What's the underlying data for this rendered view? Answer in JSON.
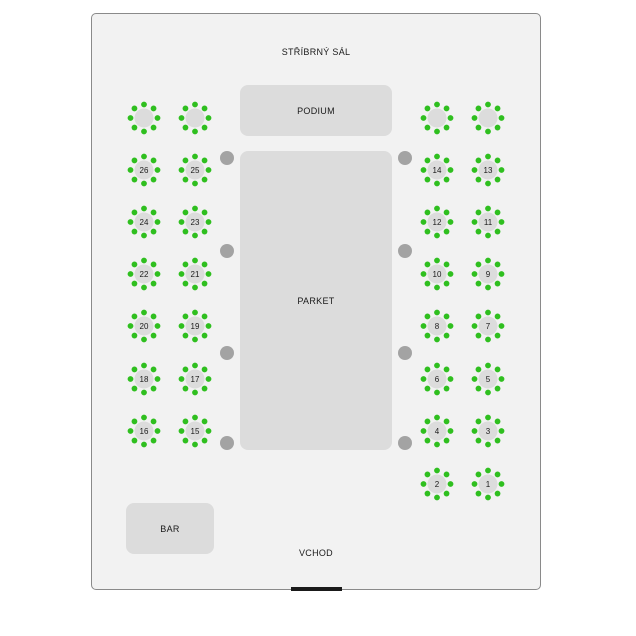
{
  "hall": {
    "title": "STŘÍBRNÝ SÁL",
    "podium_label": "PODIUM",
    "dancefloor_label": "PARKET",
    "bar_label": "BAR",
    "entrance_label": "VCHOD"
  },
  "colors": {
    "seat": "#2fbf1f",
    "table": "#dcdcdc",
    "pillar": "#a3a3a3",
    "floor": "#f2f2f2"
  },
  "tables": [
    {
      "label": ""
    },
    {
      "label": ""
    },
    {
      "label": ""
    },
    {
      "label": ""
    },
    {
      "label": "26"
    },
    {
      "label": "25"
    },
    {
      "label": "14"
    },
    {
      "label": "13"
    },
    {
      "label": "24"
    },
    {
      "label": "23"
    },
    {
      "label": "12"
    },
    {
      "label": "11"
    },
    {
      "label": "22"
    },
    {
      "label": "21"
    },
    {
      "label": "10"
    },
    {
      "label": "9"
    },
    {
      "label": "20"
    },
    {
      "label": "19"
    },
    {
      "label": "8"
    },
    {
      "label": "7"
    },
    {
      "label": "18"
    },
    {
      "label": "17"
    },
    {
      "label": "6"
    },
    {
      "label": "5"
    },
    {
      "label": "16"
    },
    {
      "label": "15"
    },
    {
      "label": "4"
    },
    {
      "label": "3"
    },
    {
      "label": "2"
    },
    {
      "label": "1"
    }
  ],
  "seats_per_table": 8,
  "pillar_count": 8
}
